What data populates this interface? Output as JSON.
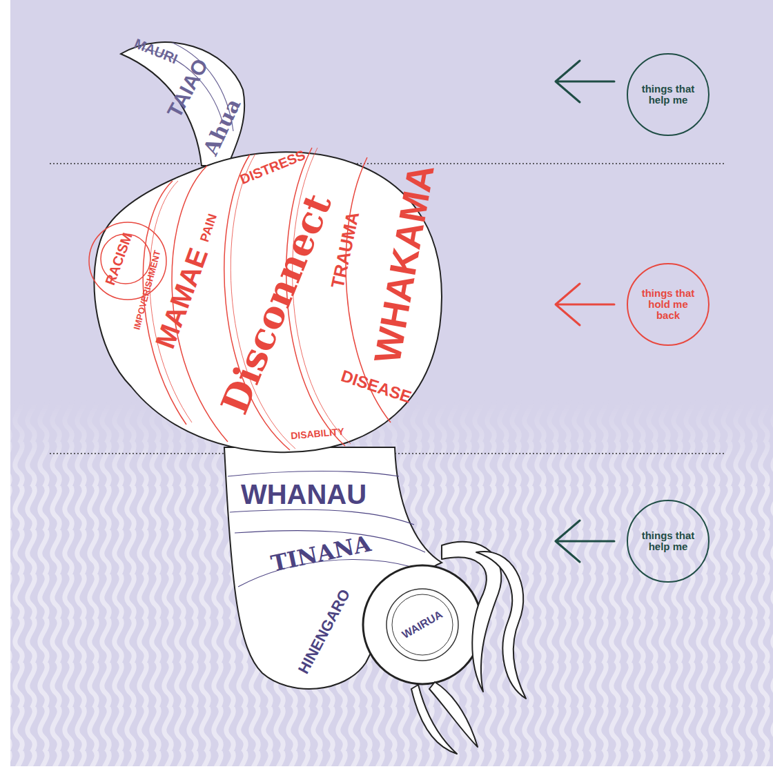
{
  "diagram": {
    "nodes": [
      {
        "text": [
          "MAURI",
          "TAIAO",
          "Ahua"
        ]
      },
      {
        "text": [
          "things that help me"
        ]
      },
      {
        "text": [
          "RACISM",
          "IMPOVERISHMENT",
          "MAMAE",
          "PAIN",
          "DISTRESS",
          "Disconnect",
          "TRAUMA",
          "WHAKAMA",
          "DISEASE",
          "DISABILITY"
        ]
      },
      {
        "text": [
          "things that hold me back"
        ]
      },
      {
        "text": [
          "WHANAU",
          "TINANA",
          "HINENGARO"
        ]
      },
      {
        "text": [
          "WAIRUA"
        ],
        "in": 4
      },
      {
        "text": [
          "things that help me"
        ]
      }
    ]
  }
}
